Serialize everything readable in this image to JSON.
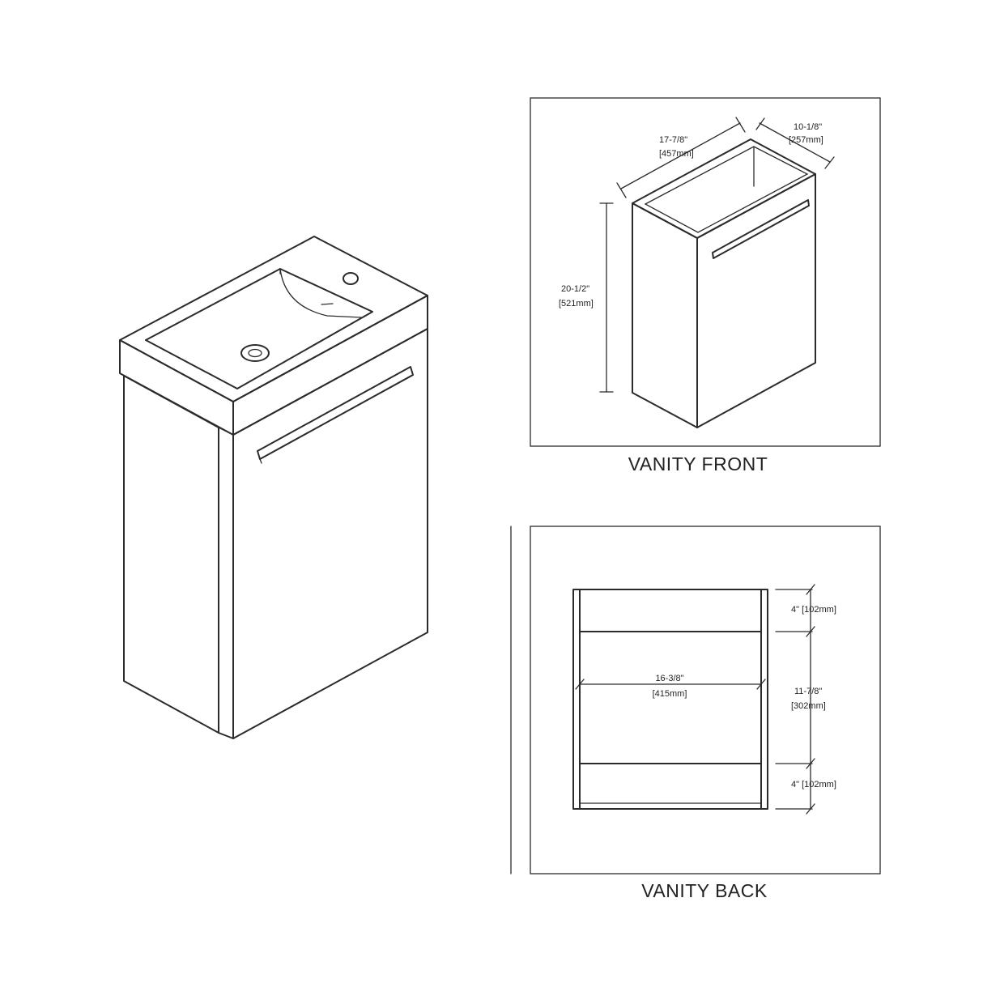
{
  "front": {
    "caption": "VANITY FRONT",
    "width_in": "17-7/8\"",
    "width_mm": "[457mm]",
    "depth_in": "10-1/8\"",
    "depth_mm": "[257mm]",
    "height_in": "20-1/2\"",
    "height_mm": "[521mm]"
  },
  "back": {
    "caption": "VANITY BACK",
    "top_rail": "4\" [102mm]",
    "opening_in": "11-7/8\"",
    "opening_mm": "[302mm]",
    "bottom_rail": "4\" [102mm]",
    "inner_width_in": "16-3/8\"",
    "inner_width_mm": "[415mm]"
  }
}
